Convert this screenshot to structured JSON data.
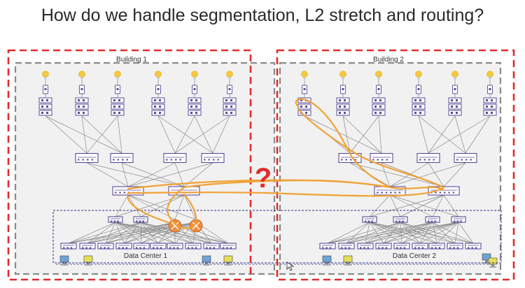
{
  "slide": {
    "title": "How do we handle segmentation, L2 stretch and routing?",
    "question_mark": "?"
  },
  "buildings": [
    {
      "label": "Building 1"
    },
    {
      "label": "Building 2"
    }
  ],
  "data_centers": [
    {
      "label": "Data Center 1"
    },
    {
      "label": "Data Center 2"
    }
  ],
  "colors": {
    "boundary_red": "#e32b2b",
    "building_gray": "#8a8a8a",
    "dc_blue": "#2d2f8c",
    "highlight_orange": "#f0a236",
    "device_purple": "#5b4c9a",
    "link_gray": "#8a8a8a",
    "router_orange": "#f08a3c",
    "ap_yellow": "#f5c842"
  },
  "icons": {
    "access_point": "wireless-ap-icon",
    "phone": "ip-phone-icon",
    "stack_switch": "stack-switch-icon",
    "switch": "switch-icon",
    "router": "router-icon",
    "desktop": "desktop-computer-icon"
  }
}
